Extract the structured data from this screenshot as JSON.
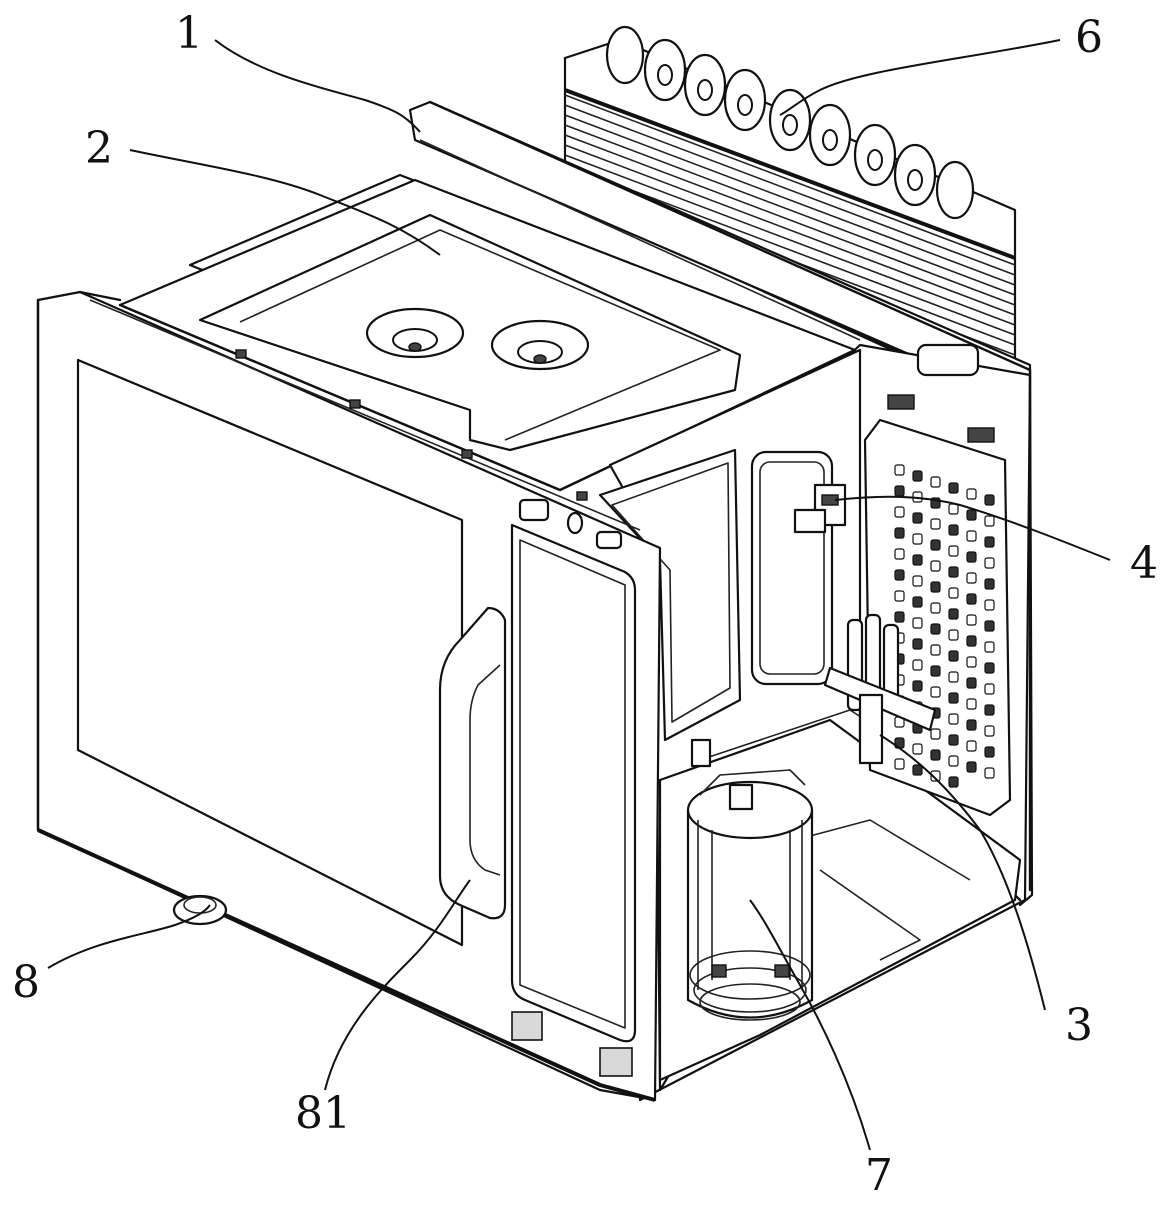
{
  "labels": {
    "l1": "1",
    "l2": "2",
    "l3": "3",
    "l4": "4",
    "l6": "6",
    "l7": "7",
    "l8": "8",
    "l81": "81"
  }
}
